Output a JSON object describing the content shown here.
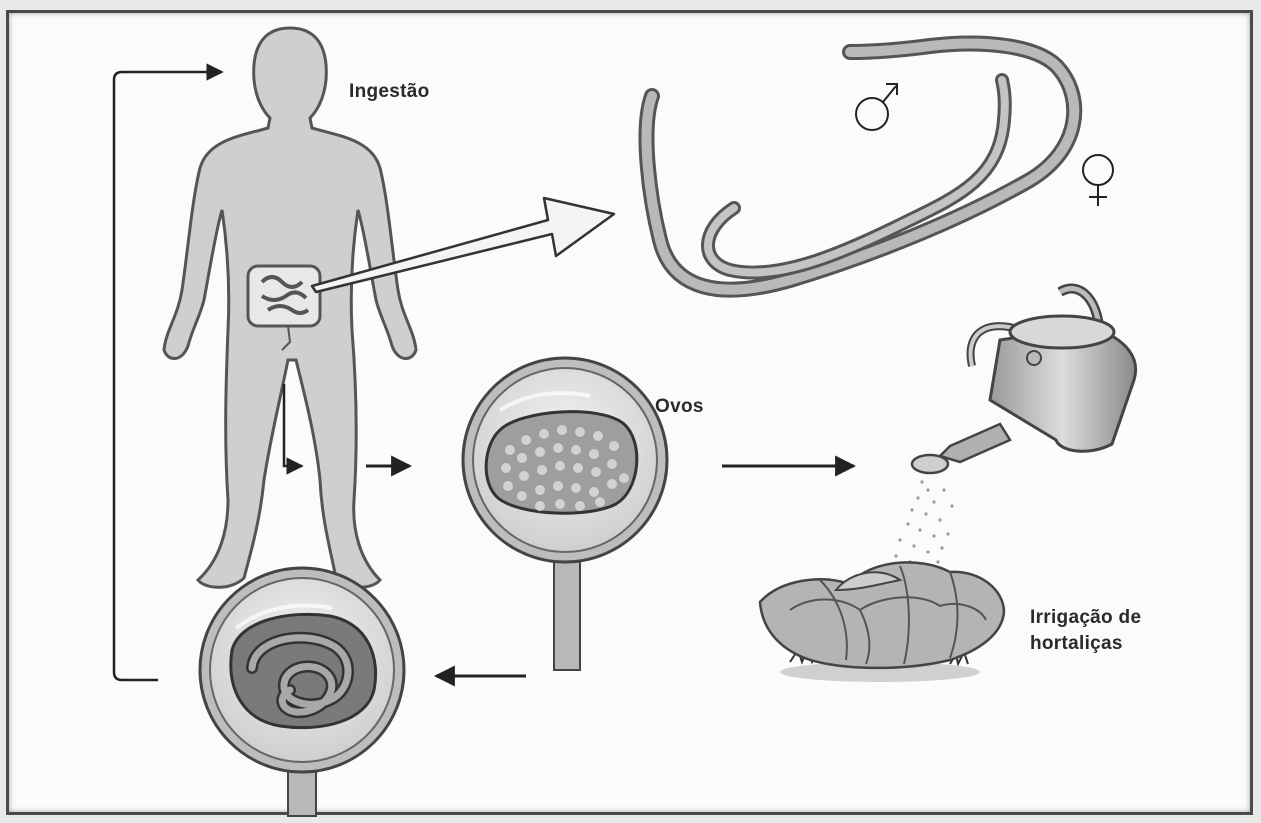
{
  "labels": {
    "ingestion": "Ingestão",
    "eggs": "Ovos",
    "irrigation_line1": "Irrigação de",
    "irrigation_line2": "hortaliças"
  },
  "symbols": {
    "male": "♂",
    "female": "♀"
  }
}
